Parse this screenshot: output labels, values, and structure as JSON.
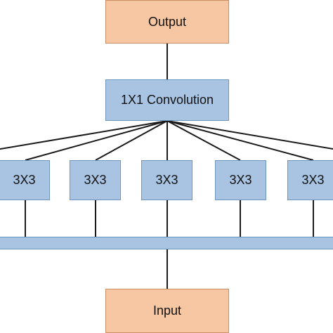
{
  "diagram": {
    "output_label": "Output",
    "conv_label": "1X1 Convolution",
    "input_label": "Input",
    "branches": [
      "3X3",
      "3X3",
      "3X3",
      "3X3",
      "3X3"
    ]
  },
  "colors": {
    "io_fill": "#f7c6a2",
    "io_border": "#c98e63",
    "op_fill": "#a9c4e2",
    "op_border": "#6f95bd",
    "edge": "#1a1a1a"
  }
}
